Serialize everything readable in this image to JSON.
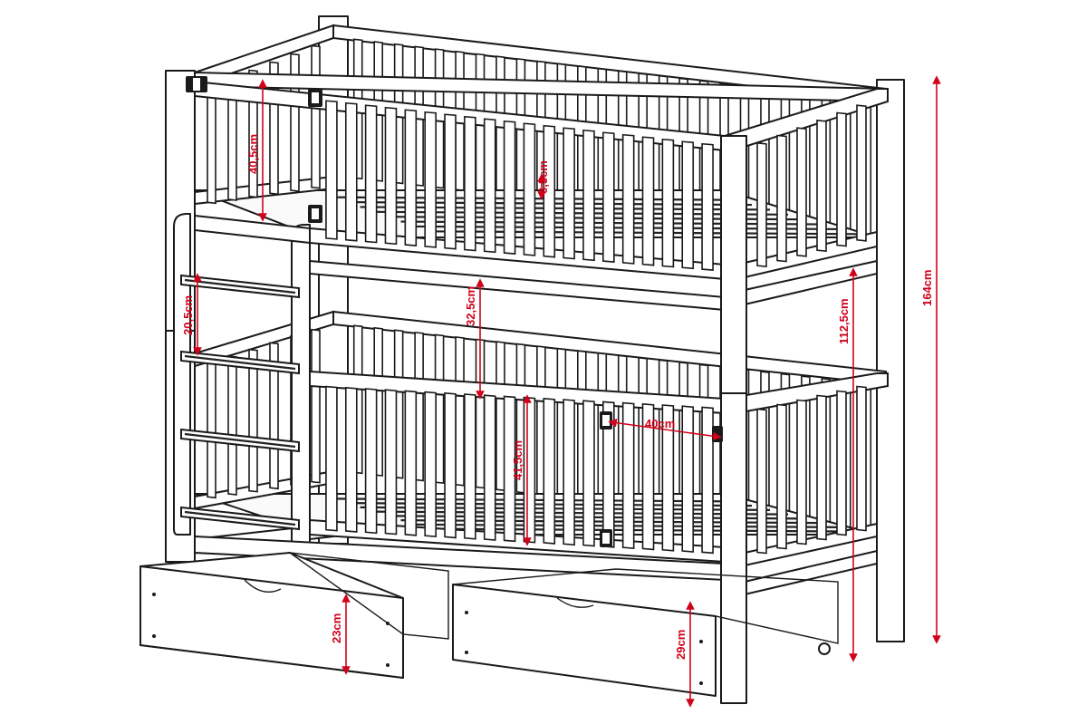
{
  "dimensions": {
    "rail_height_top": "40,5cm",
    "slat_gap": "6,5cm",
    "ladder_step": "20,5cm",
    "bed_clearance": "32,5cm",
    "rail_height_bottom": "41,5cm",
    "opening_width": "40cm",
    "upper_bed_height": "112,5cm",
    "total_height": "164cm",
    "drawer_left_height": "23cm",
    "drawer_right_height": "29cm"
  },
  "colors": {
    "dimension": "#d0021b",
    "outline": "#1a1a1a",
    "background": "#ffffff"
  }
}
